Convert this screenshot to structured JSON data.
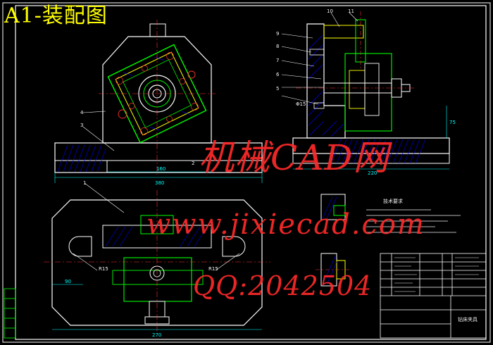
{
  "title": "A1-装配图",
  "watermarks": {
    "line1": "机械CAD网",
    "line2": "www.jixiecad.com",
    "line3": "QQ:2042504"
  },
  "dimensions": {
    "front_width": "380",
    "front_base": "160",
    "side_width": "220",
    "side_height": "75",
    "plan_width": "270",
    "plan_left": "90",
    "radius_left": "R15",
    "radius_right": "R15",
    "side_phi": "Φ15"
  },
  "part_numbers": [
    "1",
    "2",
    "3",
    "4",
    "5",
    "6",
    "7",
    "8",
    "9",
    "10",
    "11"
  ],
  "tech_requirements": {
    "heading": "技术要求"
  },
  "title_block": {
    "name": "钻床夹具"
  },
  "colors": {
    "background": "#000000",
    "outline": "#ffffff",
    "border": "#ffffff",
    "part_green": "#00ff00",
    "part_yellow": "#ffff00",
    "centerline_red": "#ff3030",
    "dimension_cyan": "#00ffff",
    "hatch_blue": "#0000ff",
    "leader_magenta": "#ff00ff",
    "watermark_red": "#ff2a2a"
  }
}
